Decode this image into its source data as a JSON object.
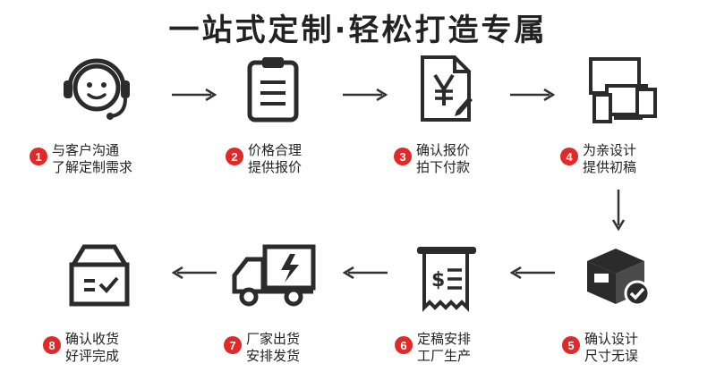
{
  "title": "一站式定制·轻松打造专属",
  "colors": {
    "badge": "#e02a2a",
    "icon": "#2b2b2b",
    "text": "#222222"
  },
  "steps": [
    {
      "number": "1",
      "line1": "与客户沟通",
      "line2": "了解定制需求",
      "icon": "headset-support-icon"
    },
    {
      "number": "2",
      "line1": "价格合理",
      "line2": "提供报价",
      "icon": "clipboard-list-icon"
    },
    {
      "number": "3",
      "line1": "确认报价",
      "line2": "拍下付款",
      "icon": "yen-document-icon"
    },
    {
      "number": "4",
      "line1": "为亲设计",
      "line2": "提供初稿",
      "icon": "multi-device-design-icon"
    },
    {
      "number": "5",
      "line1": "确认设计",
      "line2": "尺寸无误",
      "icon": "box-confirm-icon"
    },
    {
      "number": "6",
      "line1": "定稿安排",
      "line2": "工厂生产",
      "icon": "receipt-production-icon"
    },
    {
      "number": "7",
      "line1": "厂家出货",
      "line2": "安排发货",
      "icon": "delivery-truck-icon"
    },
    {
      "number": "8",
      "line1": "确认收货",
      "line2": "好评完成",
      "icon": "package-received-icon"
    }
  ]
}
